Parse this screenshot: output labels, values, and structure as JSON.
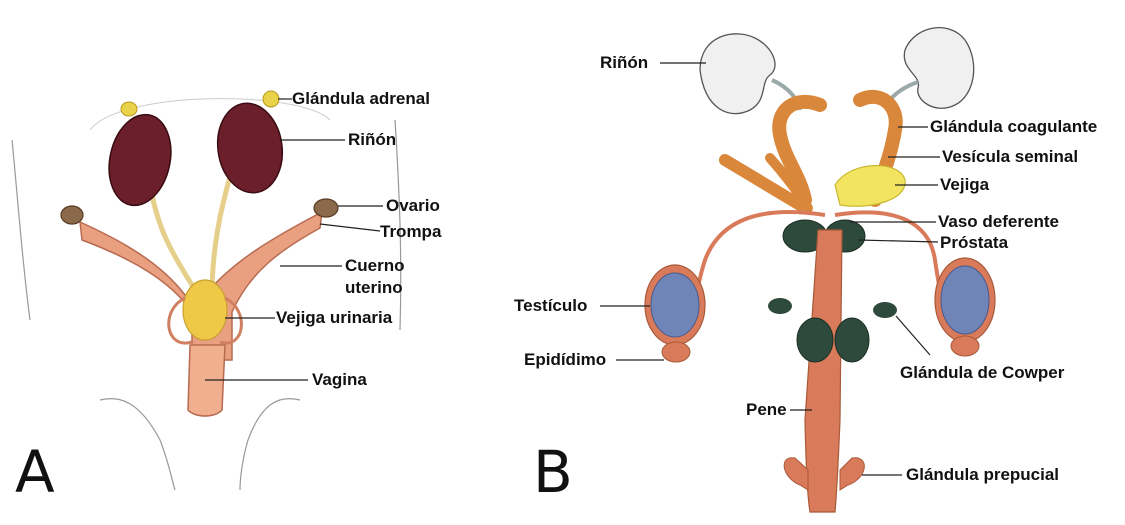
{
  "panels": {
    "a": {
      "letter": "A",
      "labels": {
        "adrenal": "Glándula adrenal",
        "kidney": "Riñón",
        "ovary": "Ovario",
        "tube": "Trompa",
        "horn_1": "Cuerno",
        "horn_2": "uterino",
        "bladder": "Vejiga urinaria",
        "vagina": "Vagina"
      }
    },
    "b": {
      "letter": "B",
      "labels": {
        "kidney": "Riñón",
        "coagulating": "Glándula coagulante",
        "seminal": "Vesícula seminal",
        "bladder": "Vejiga",
        "vas": "Vaso deferente",
        "prostate": "Próstata",
        "testis": "Testículo",
        "epididymis": "Epidídimo",
        "cowper": "Glándula de Cowper",
        "penis": "Pene",
        "preputial": "Glándula prepucial"
      }
    }
  },
  "colors": {
    "kidney_a": "#6b1f2a",
    "adrenal": "#e8d24a",
    "uterus": "#e8a080",
    "ovary": "#8a6a4a",
    "bladder_a": "#f0c848",
    "kidney_b": "#f0f0f0",
    "coagulating": "#d9873a",
    "bladder_b": "#f2e460",
    "prostate": "#2e4a3c",
    "testis": "#6f85b8",
    "tract": "#d97a5a"
  }
}
